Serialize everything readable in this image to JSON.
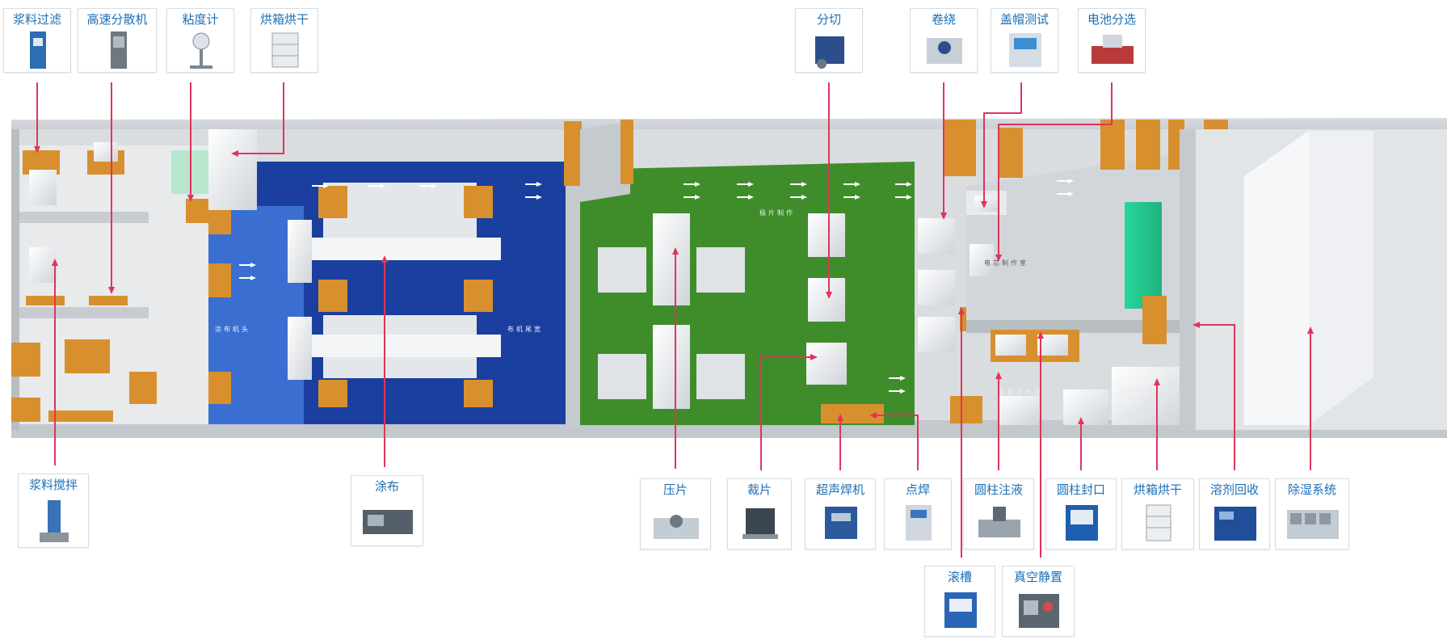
{
  "labels": {
    "slurry_filter": "浆料过滤",
    "high_speed_disperser": "高速分散机",
    "viscometer": "粘度计",
    "oven_dry_top": "烘箱烘干",
    "slitting": "分切",
    "winding": "卷绕",
    "cap_test": "盖帽测试",
    "cell_sorting": "电池分选",
    "slurry_mixing": "浆料搅拌",
    "coating": "涂布",
    "pressing": "压片",
    "cutting": "裁片",
    "ultrasonic_welder": "超声焊机",
    "spot_welding": "点焊",
    "cylinder_injection": "圆柱注液",
    "cylinder_sealing": "圆柱封口",
    "oven_dry_bottom": "烘箱烘干",
    "solvent_recovery": "溶剂回收",
    "dehumidification": "除湿系统",
    "grooving": "滚槽",
    "vacuum_standing": "真空静置"
  },
  "floor_text": {
    "coater_head": "涂布机头",
    "coater_tail": "布机尾宽",
    "electrode_zone": "极片制作",
    "cell_zone": "电芯制作室",
    "assembly_zone": "装配工作间"
  },
  "colors": {
    "blue_zone": "#1a3f9e",
    "green_zone": "#3f8d2a",
    "wall_orange": "#d8902e",
    "arrow_red": "#e0345c",
    "label_blue": "#1d6fb5"
  },
  "icons": {
    "flow_arrow": "arrow-right-icon",
    "pointer": "red-pointer-arrow-icon"
  }
}
